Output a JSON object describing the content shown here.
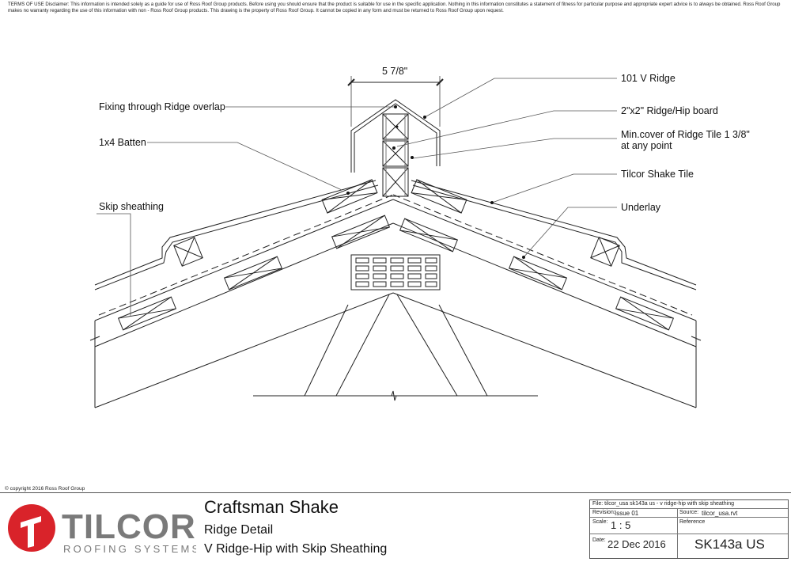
{
  "disclaimer": "TERMS OF USE Disclaimer: This information is intended solely as a guide for use of Ross Roof Group products. Before using you should ensure that the product is suitable for use in the specific application. Nothing in this information constitutes a statement of fitness for particular purpose and appropriate expert advice is to always be obtained. Ross Roof Group makes no warranty regarding the use of this information with non - Ross Roof Group products. This drawing is the property of Ross Roof Group. It cannot be copied in any form and must be returned to Ross Roof Group upon request.",
  "dimension": "5 7/8\"",
  "labels": {
    "fixing": "Fixing through Ridge overlap",
    "batten": "1x4 Batten",
    "skip": "Skip sheathing",
    "ridge": "101 V Ridge",
    "board": "2\"x2\" Ridge/Hip board",
    "cover_line1": "Min.cover of Ridge Tile 1 3/8\"",
    "cover_line2": "at any point",
    "tile": "Tilcor Shake Tile",
    "underlay": "Underlay"
  },
  "copyright": "© copyright 2016 Ross Roof Group",
  "logo": {
    "brand": "TILCOR",
    "sub": "ROOFING SYSTEMS",
    "color": "#d9232a",
    "gray": "#7a7a7a"
  },
  "title": {
    "main": "Craftsman Shake",
    "sub1": "Ridge Detail",
    "sub2": "V Ridge-Hip with Skip Sheathing"
  },
  "info": {
    "file": "File: tilcor_usa sk143a us - v ridge-hip with skip sheathing",
    "revision_label": "Revision:",
    "revision": "Issue 01",
    "source_label": "Source:",
    "source": "tilcor_usa.rvt",
    "scale_label": "Scale:",
    "scale": "1 : 5",
    "reference_label": "Reference",
    "date_label": "Date:",
    "date": "22 Dec 2016",
    "reference": "SK143a US"
  }
}
